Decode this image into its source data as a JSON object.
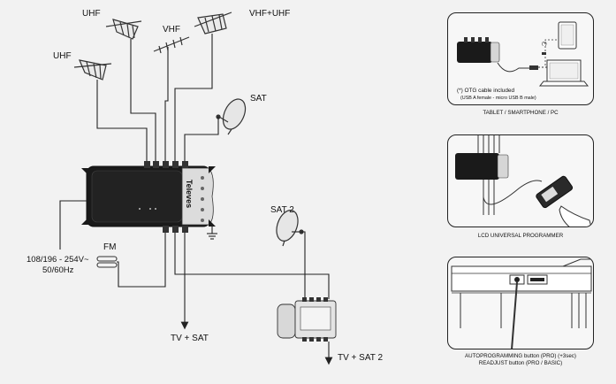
{
  "labels": {
    "uhf_top": "UHF",
    "vhf_uhf": "VHF+UHF",
    "vhf": "VHF",
    "uhf_left": "UHF",
    "sat": "SAT",
    "sat2": "SAT 2",
    "fm": "FM",
    "power_line1": "108/196 - 254V~",
    "power_line2": "50/60Hz",
    "out_tv_sat": "TV + SAT",
    "out_tv_sat2": "TV + SAT 2",
    "brand": "Televes"
  },
  "panels": {
    "tablet": {
      "otg_line1": "(*) OTG cable included",
      "otg_line2": "(USB A female - micro USB B male)",
      "star": "(*)",
      "caption": "TABLET / SMARTPHONE / PC"
    },
    "lcd": {
      "caption": "LCD UNIVERSAL PROGRAMMER"
    },
    "buttons": {
      "caption_line1": "AUTOPROGRAMMING button (PRO) (+3sec)",
      "caption_line2": "READJUST button (PRO / BASIC)"
    }
  },
  "colors": {
    "line": "#222222",
    "device_body": "#1a1a1a",
    "background": "#f2f2f2"
  }
}
